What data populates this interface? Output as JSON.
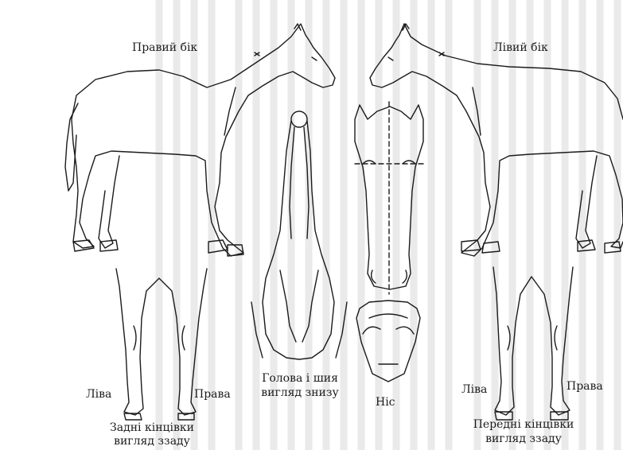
{
  "labels": {
    "right_side": "Правий бік",
    "left_side": "Лівий бік",
    "head_neck_line1": "Голова і шия",
    "head_neck_line2": "вигляд знизу",
    "nose": "Ніс",
    "hind_left": "Лiва",
    "hind_right": "Права",
    "hind_caption_line1": "Задні кінцівки",
    "hind_caption_line2": "вигляд ззаду",
    "fore_left": "Ліва",
    "fore_right": "Права",
    "fore_caption_line1": "Передні кінцівки",
    "fore_caption_line2": "вигляд ззаду"
  },
  "colors": {
    "ink": "#1b1b1b",
    "bleed": "#d6d6d6",
    "paper": "#ffffff"
  }
}
